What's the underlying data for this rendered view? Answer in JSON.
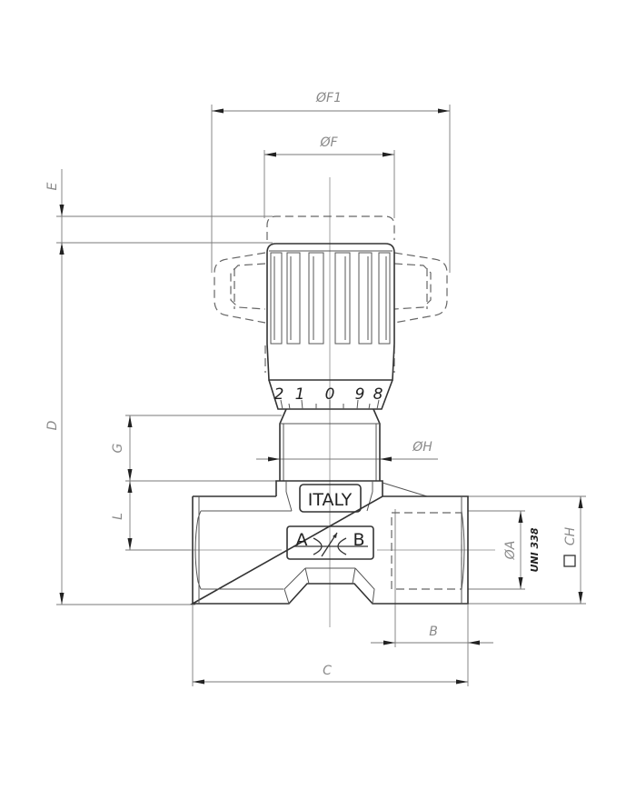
{
  "drawing": {
    "title": "Needle valve technical drawing",
    "background": "#ffffff",
    "line_color": "#333333",
    "dimension_color": "#8a8a8a"
  },
  "dimensions": {
    "F1": "ØF1",
    "F": "ØF",
    "E": "E",
    "D": "D",
    "G": "G",
    "H": "ØH",
    "L": "L",
    "A": "ØA",
    "CH": "CH",
    "B": "B",
    "C": "C"
  },
  "labels": {
    "origin": "ITALY",
    "port_a": "A",
    "port_b": "B",
    "thread_standard": "UNI 338",
    "square_symbol": "□"
  },
  "knob_scale": {
    "ticks": [
      "2",
      "1",
      "0",
      "9",
      "8"
    ]
  }
}
